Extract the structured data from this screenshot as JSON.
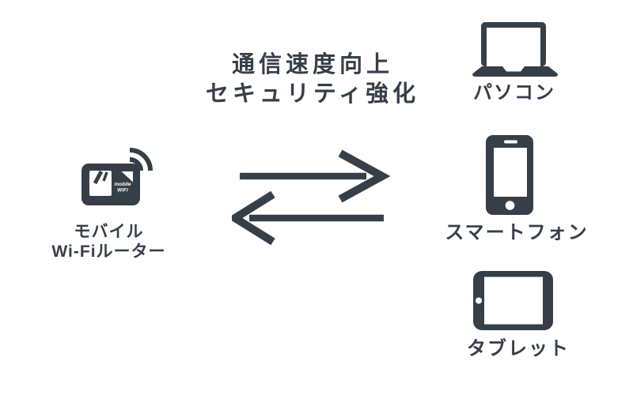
{
  "colors": {
    "ink": "#363F48",
    "background": "#FFFFFF"
  },
  "header": {
    "line1": "通信速度向上",
    "line2": "セキュリティ強化"
  },
  "router": {
    "icon": "mobile-wifi-router-icon",
    "wifi_icon": "wifi-signal-icon",
    "device_text_line1": "mobile",
    "device_text_line2": "WiFi",
    "label_line1": "モバイル",
    "label_line2": "Wi-Fiルーター"
  },
  "arrows": {
    "icon": "exchange-arrows-icon",
    "direction": "bidirectional"
  },
  "devices": [
    {
      "icon": "laptop-icon",
      "label": "パソコン"
    },
    {
      "icon": "smartphone-icon",
      "label": "スマートフォン"
    },
    {
      "icon": "tablet-icon",
      "label": "タブレット"
    }
  ]
}
